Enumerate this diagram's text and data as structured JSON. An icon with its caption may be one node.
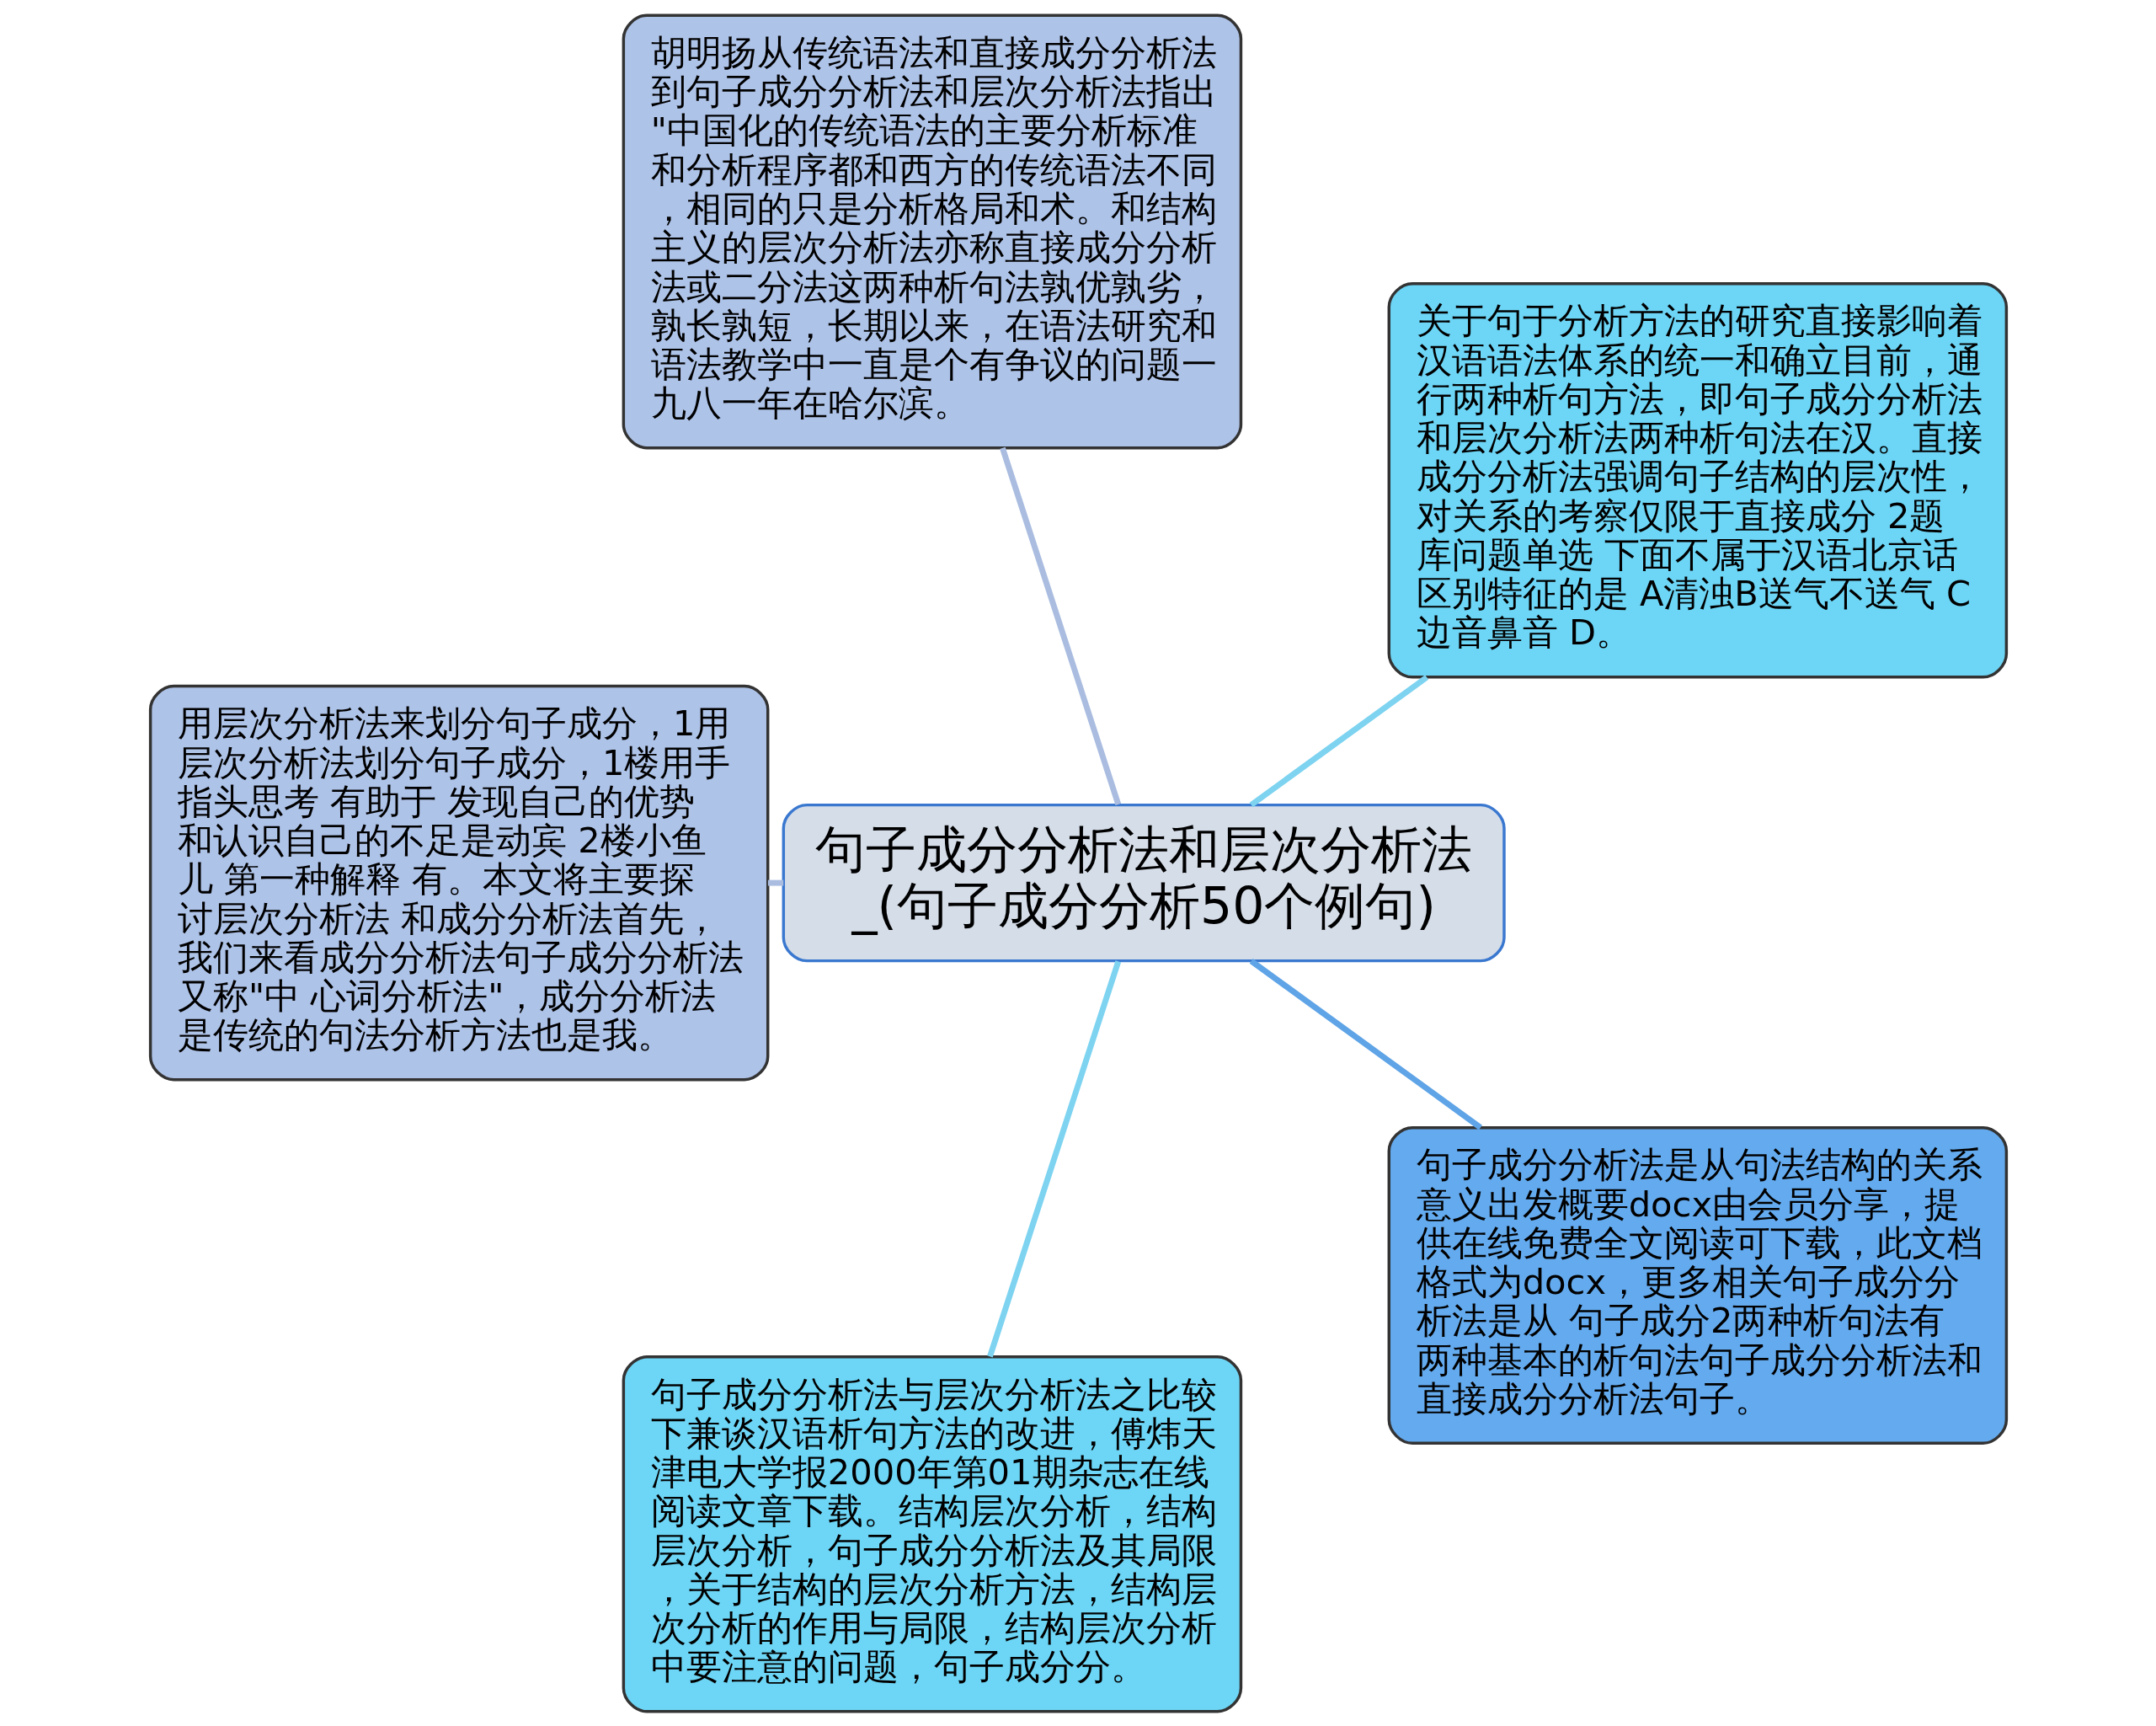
{
  "diagram": {
    "nodes": [
      {
        "text": [
          "句子成分分析法和层次分析法_(句子成分分析50个例句)"
        ]
      },
      {
        "text": [
          "关于句于分析方法的研究直接影响着汉语语法体系的统一和确立目前，通行两种析句方法，即句子成分分析法和层次分析法两种析句法在汉。直接成分分析法强调句子结构的层次性，对关系的考察仅限于直接成分 2题库问题单选 下面不属于汉语北京话区别特征的是 A清浊B送气不送气 C边音鼻音 D。"
        ]
      },
      {
        "text": [
          "胡明扬从传统语法和直接成分分析法到句子成分分析法和层次分析法指出\"中国化的传统语法的主要分析标准和分析程序都和西方的传统语法不同，相同的只是分析格局和术。和结构主义的层次分析法亦称直接成分分析法或二分法这两种析句法孰优孰劣，孰长孰短，长期以来，在语法研究和语法教学中一直是个有争议的问题一九八一年在哈尔滨。"
        ]
      },
      {
        "text": [
          "用层次分析法来划分句子成分，1用层次分析法划分句子成分，1楼用手指头思考 有助于 发现自己的优势和认识自己的不足是动宾 2楼小鱼儿 第一种解释 有。本文将主要探讨层次分析法 和成分分析法首先，我们来看成分分析法句子成分分析法又称\"中 心词分析法\"，成分分析法是传统的句法分析方法也是我。"
        ]
      },
      {
        "text": [
          "句子成分分析法与层次分析法之比较下兼谈汉语析句方法的改进，傅炜天津电大学报2000年第01期杂志在线阅读文章下载。结构层次分析，结构层次分析，句子成分分析法及其局限，关于结构的层次分析方法，结构层次分析的作用与局限，结构层次分析中要注意的问题，句子成分分。"
        ]
      },
      {
        "text": [
          "句子成分分析法是从句法结构的关系意义出发概要docx由会员分享，提供在线免费全文阅读可下载，此文档格式为docx，更多相关句子成分分析法是从 句子成分2两种析句法有两种基本的析句法句子成分分析法和直接成分分析法句子。"
        ]
      }
    ],
    "edges": [
      {
        "from": 0,
        "to": 1,
        "arrow": "none",
        "color": "#7dd3f0"
      },
      {
        "from": 0,
        "to": 2,
        "arrow": "none",
        "color": "#aabde0"
      },
      {
        "from": 0,
        "to": 3,
        "arrow": "none",
        "color": "#aabde0"
      },
      {
        "from": 0,
        "to": 4,
        "arrow": "none",
        "color": "#7dd3f0"
      },
      {
        "from": 0,
        "to": 5,
        "arrow": "none",
        "color": "#5fa4e6"
      }
    ]
  }
}
